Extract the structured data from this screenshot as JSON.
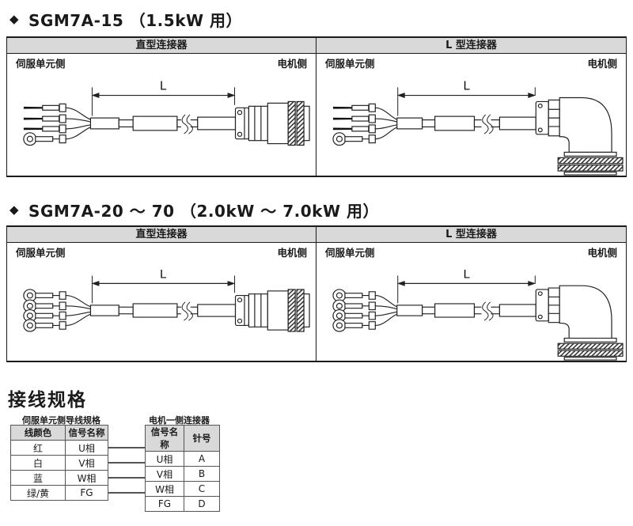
{
  "colors": {
    "header_bg": "#d9d9d9",
    "main_border": "#1a1a1a",
    "wire_table_border": "#555555",
    "stroke": "#222222"
  },
  "sections": [
    {
      "bullet": "◆",
      "title": "SGM7A-15 （1.5kW 用）",
      "columns": [
        {
          "header": "直型连接器",
          "left_label": "伺服单元侧",
          "right_label": "电机侧",
          "dim_label": "L"
        },
        {
          "header": "L 型连接器",
          "left_label": "伺服单元侧",
          "right_label": "电机侧",
          "dim_label": "L"
        }
      ]
    },
    {
      "bullet": "◆",
      "title": "SGM7A-20 ～ 70 （2.0kW ～ 7.0kW 用）",
      "columns": [
        {
          "header": "直型连接器",
          "left_label": "伺服单元侧",
          "right_label": "电机侧",
          "dim_label": "L"
        },
        {
          "header": "L 型连接器",
          "left_label": "伺服单元侧",
          "right_label": "电机侧",
          "dim_label": "L"
        }
      ]
    }
  ],
  "wiring": {
    "heading": "接线规格",
    "left_table": {
      "caption": "伺服单元侧导线规格",
      "headers": [
        "线颜色",
        "信号名称"
      ],
      "rows": [
        [
          "红",
          "U相"
        ],
        [
          "白",
          "V相"
        ],
        [
          "蓝",
          "W相"
        ],
        [
          "绿/黄",
          "FG"
        ]
      ]
    },
    "right_table": {
      "caption": "电机一侧连接器",
      "headers": [
        "信号名称",
        "针号"
      ],
      "rows": [
        [
          "U相",
          "A"
        ],
        [
          "V相",
          "B"
        ],
        [
          "W相",
          "C"
        ],
        [
          "FG",
          "D"
        ]
      ]
    }
  }
}
